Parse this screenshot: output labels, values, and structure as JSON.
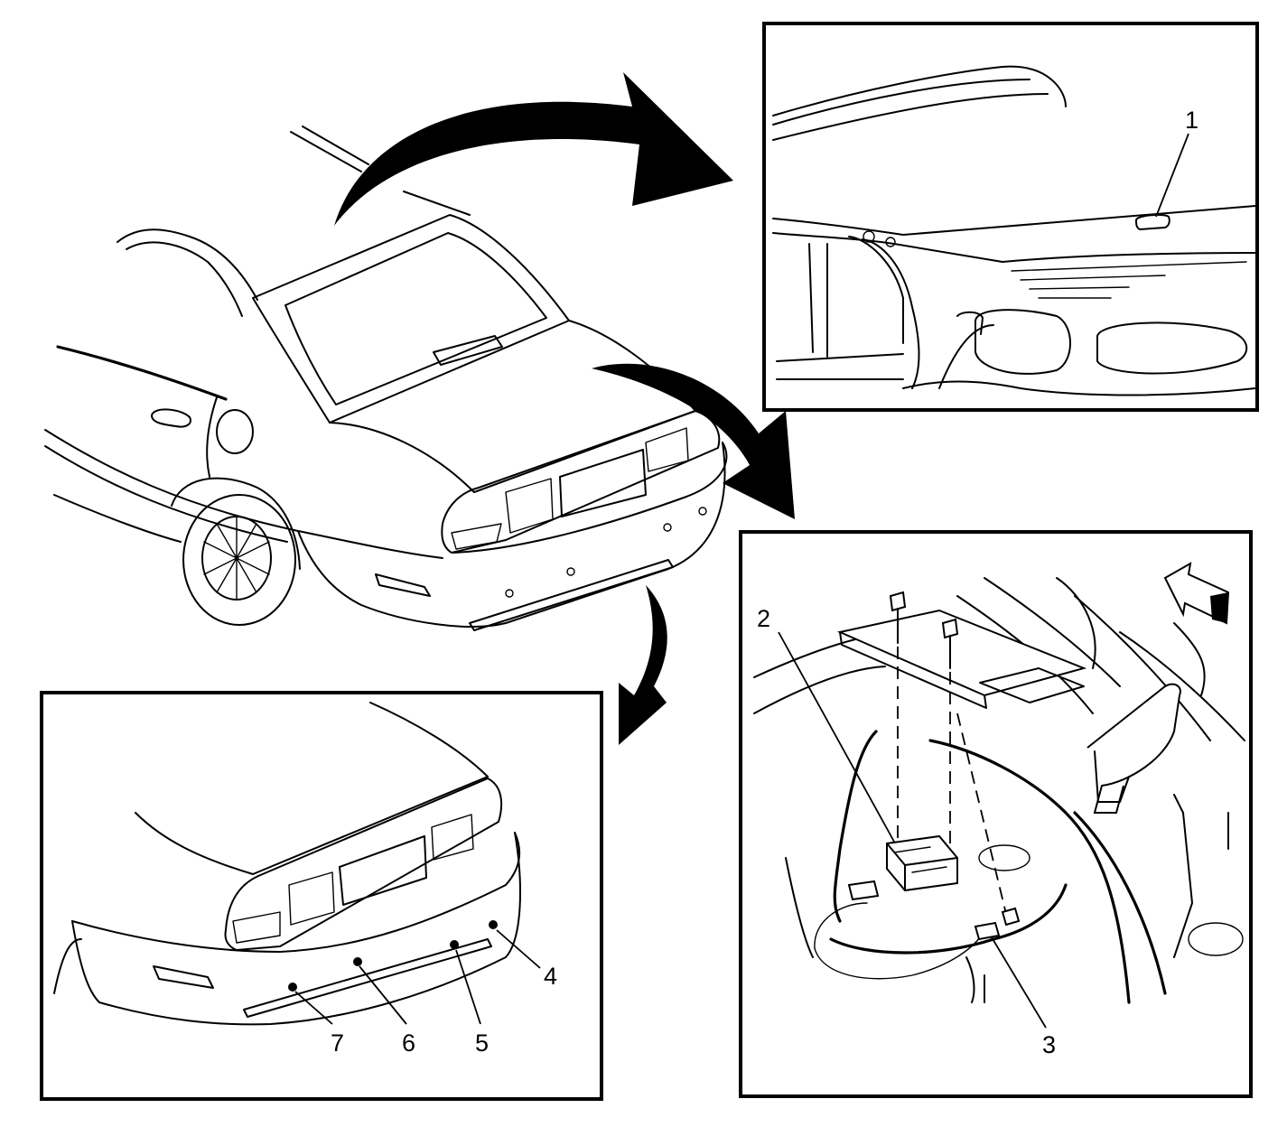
{
  "colors": {
    "ink": "#000000",
    "paper": "#ffffff"
  },
  "icons": {
    "arrow_to_top_detail": "curved-arrow-icon",
    "arrow_to_right_detail": "curved-arrow-icon",
    "arrow_to_bottom_detail": "curved-arrow-icon",
    "vehicle_front": "forward-direction-arrow-icon"
  },
  "callouts": {
    "c1": "1",
    "c2": "2",
    "c3": "3",
    "c4": "4",
    "c5": "5",
    "c6": "6",
    "c7": "7"
  }
}
